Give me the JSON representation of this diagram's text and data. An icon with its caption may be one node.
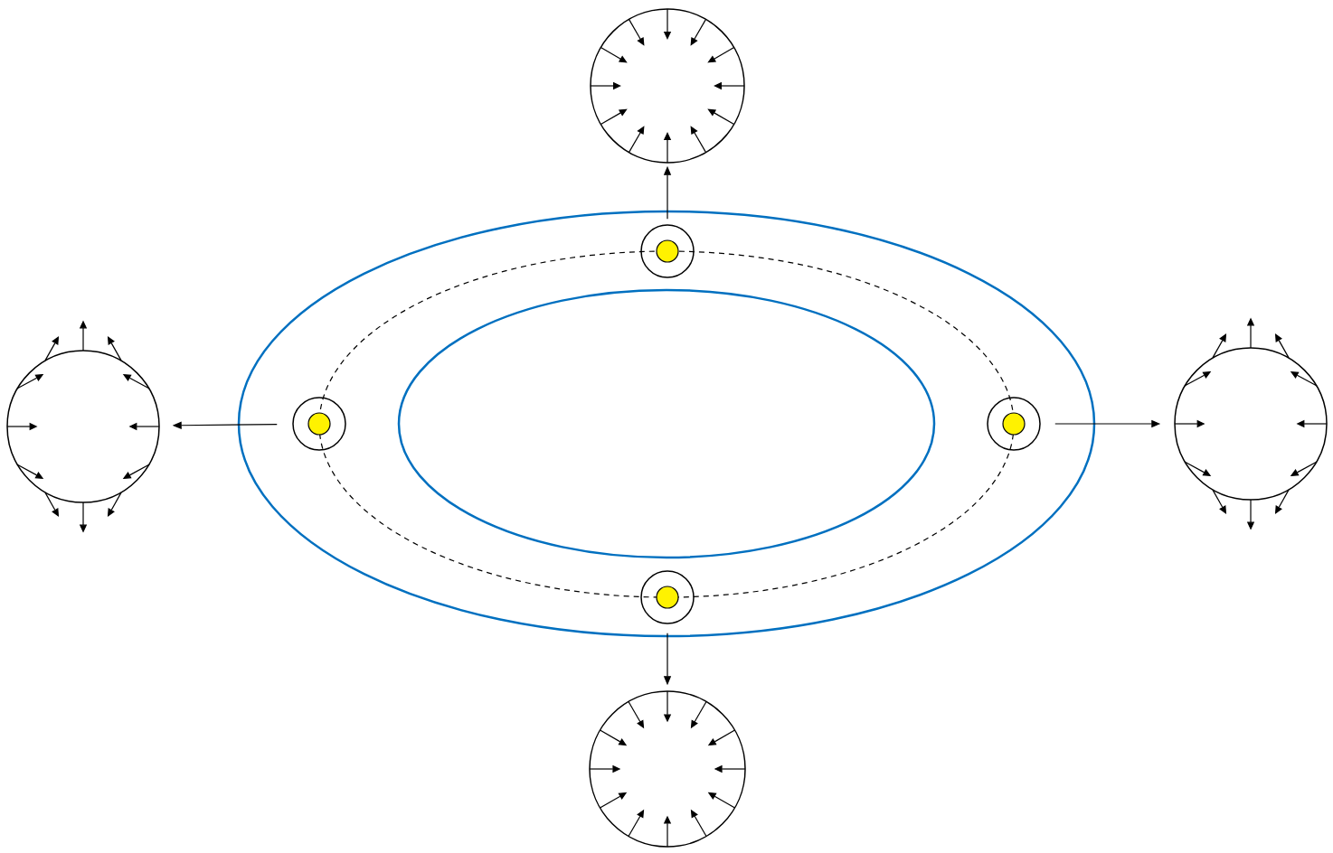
{
  "diagram": {
    "nodes": [
      {
        "text": [],
        "shape": "circle"
      },
      {
        "text": [],
        "shape": "circle"
      },
      {
        "text": [],
        "shape": "circle"
      },
      {
        "text": [],
        "shape": "circle"
      },
      {
        "text": [],
        "shape": "circle"
      },
      {
        "text": [],
        "shape": "circle"
      },
      {
        "text": [],
        "shape": "circle"
      },
      {
        "text": [],
        "shape": "circle"
      }
    ],
    "edges": [
      {
        "from": 0,
        "to": 4,
        "arrow": "to"
      },
      {
        "from": 1,
        "to": 5,
        "arrow": "to"
      },
      {
        "from": 2,
        "to": 6,
        "arrow": "to"
      },
      {
        "from": 3,
        "to": 7,
        "arrow": "to"
      }
    ]
  }
}
